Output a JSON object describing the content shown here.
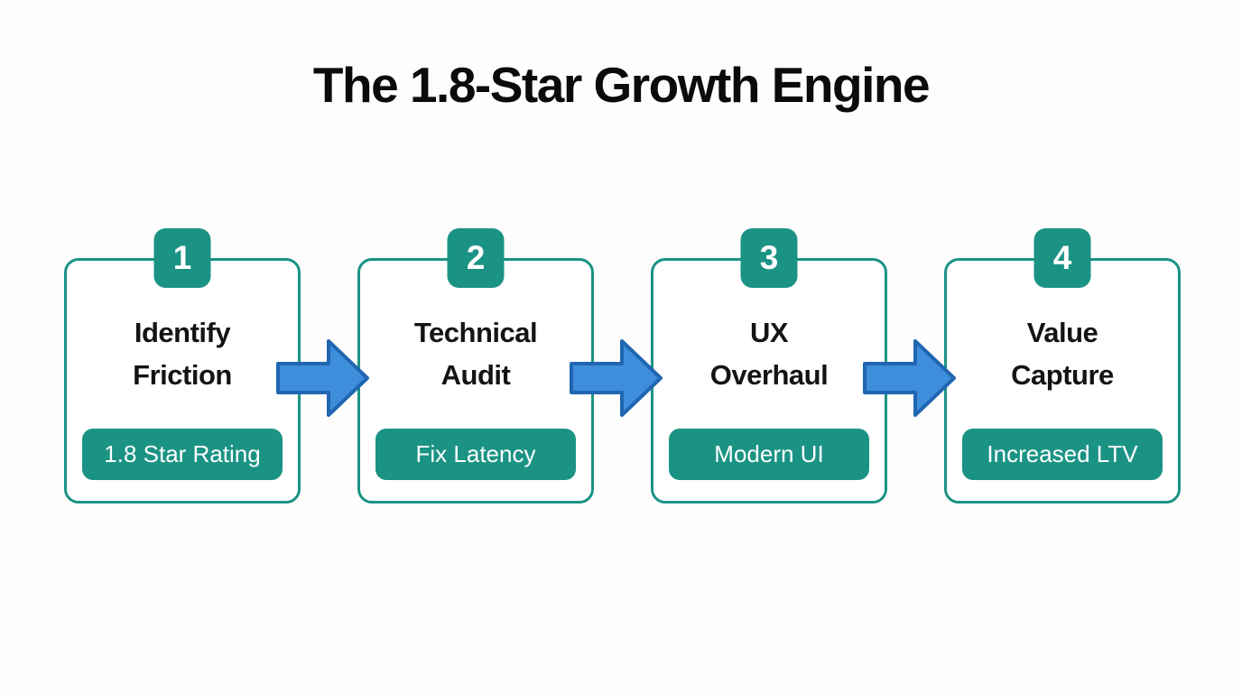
{
  "title": "The 1.8-Star Growth Engine",
  "colors": {
    "background": "#fdfdfd",
    "teal": "#1b9384",
    "title_color": "#0b0b0b",
    "step_title_color": "#141414",
    "badge_text": "#ffffff",
    "arrow_fill": "#3e8edb",
    "arrow_stroke": "#2066b0"
  },
  "icons": {
    "connector": "arrow-right"
  },
  "steps": [
    {
      "number": "1",
      "title_lines": [
        "Identify",
        "Friction"
      ],
      "badge_label": "1.8 Star Rating"
    },
    {
      "number": "2",
      "title_lines": [
        "Technical",
        "Audit"
      ],
      "badge_label": "Fix Latency"
    },
    {
      "number": "3",
      "title_lines": [
        "UX",
        "Overhaul"
      ],
      "badge_label": "Modern UI"
    },
    {
      "number": "4",
      "title_lines": [
        "Value",
        "Capture"
      ],
      "badge_label": "Increased LTV"
    }
  ]
}
